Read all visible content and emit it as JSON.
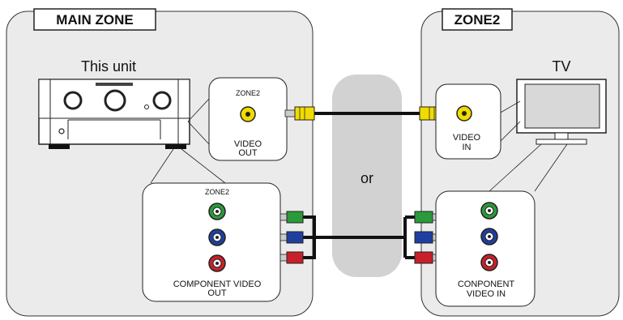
{
  "main_zone": {
    "title": "MAIN ZONE",
    "unit_label": "This unit",
    "video_panel": {
      "zone": "ZONE2",
      "label_line1": "VIDEO",
      "label_line2": "OUT"
    },
    "component_panel": {
      "zone": "ZONE2",
      "label_line1": "COMPONENT VIDEO",
      "label_line2": "OUT"
    }
  },
  "zone2": {
    "title": "ZONE2",
    "tv_label": "TV",
    "video_panel": {
      "label_line1": "VIDEO",
      "label_line2": "IN"
    },
    "component_panel": {
      "label_line1": "CONPONENT",
      "label_line2": "VIDEO IN"
    }
  },
  "or_label": "or",
  "colors": {
    "zone_bg": "#ebebeb",
    "or_band": "#d2d2d2",
    "video_yellow": "#f0dc00",
    "green": "#2a9a3a",
    "blue": "#1f3fa0",
    "red": "#c8202a"
  }
}
